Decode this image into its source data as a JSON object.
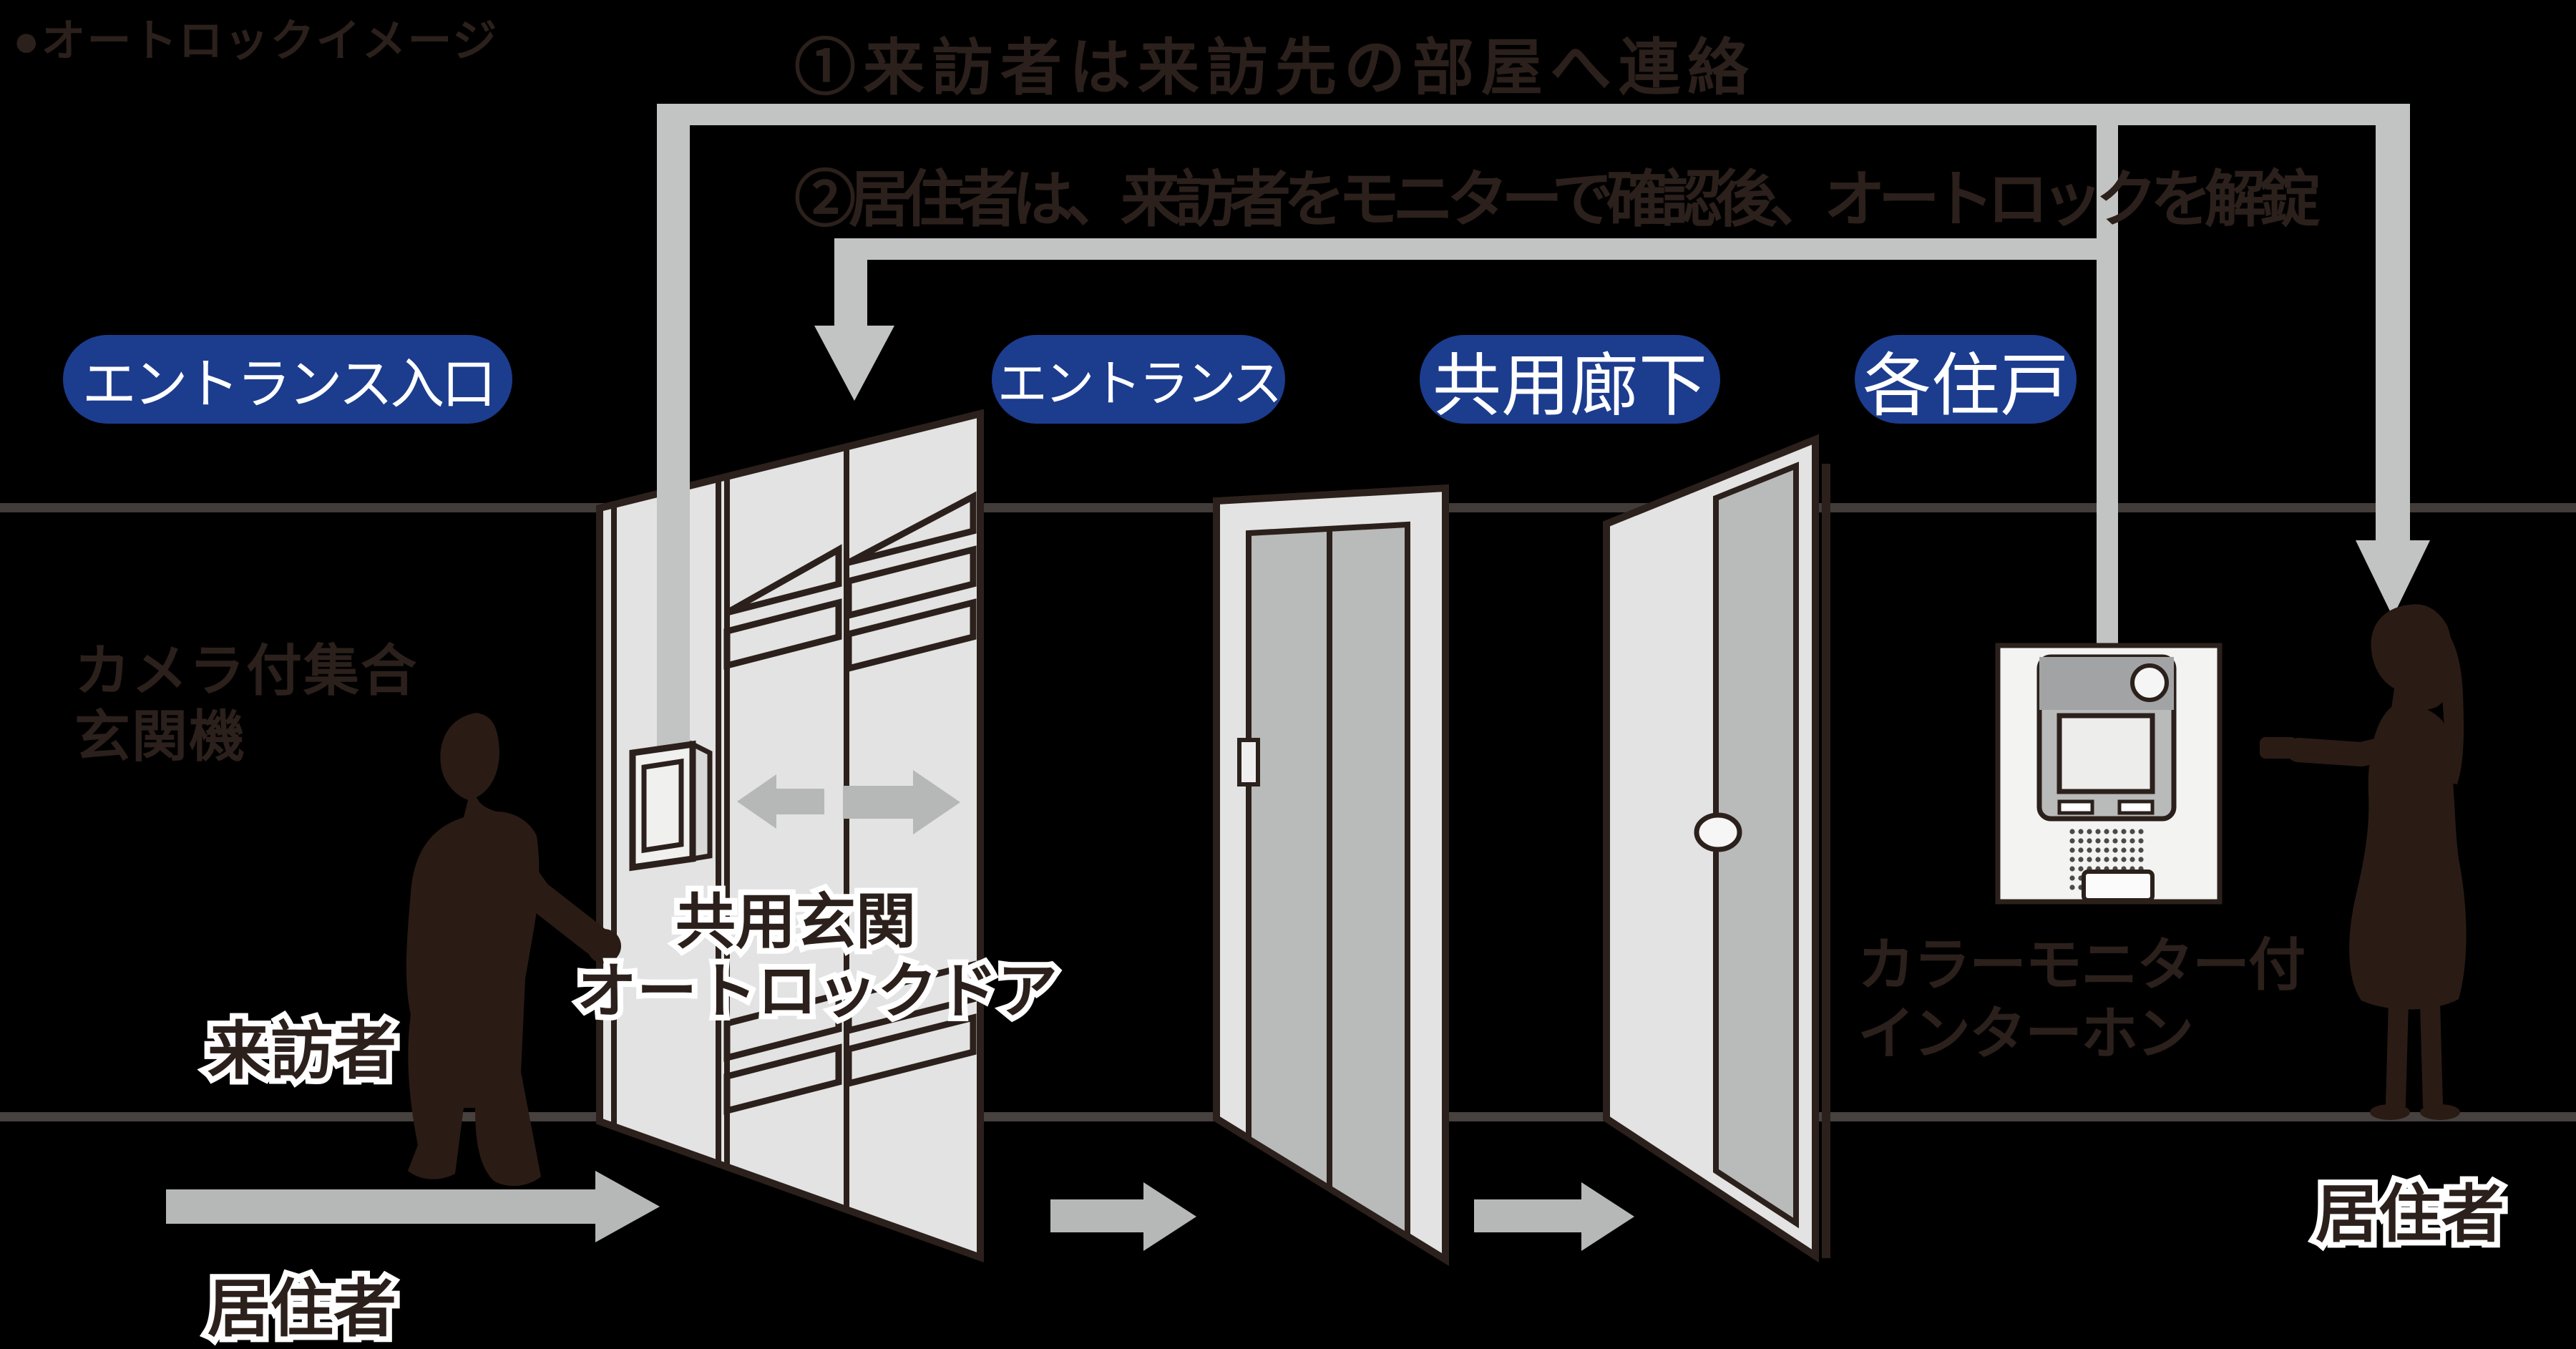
{
  "title": "●オートロックイメージ",
  "steps": {
    "step1": "①来訪者は来訪先の部屋へ連絡",
    "step2": "②居住者は、来訪者をモニターで確認後、オートロックを解錠"
  },
  "location_labels": [
    {
      "label": "エントランス入口"
    },
    {
      "label": "エントランス"
    },
    {
      "label": "共用廊下"
    },
    {
      "label": "各住戸"
    }
  ],
  "captions": {
    "camera_unit_line1": "カメラ付集合",
    "camera_unit_line2": "玄関機",
    "autolock_door_line1": "共用玄関",
    "autolock_door_line2": "オートロックドア",
    "visitor": "来訪者",
    "resident_bottom": "居住者",
    "intercom_line1": "カラーモニター付",
    "intercom_line2": "インターホン",
    "resident_right": "居住者"
  },
  "icons": {
    "flow_step1_path": "call-line-from-camera-to-unit-and-resident",
    "flow_step2_path": "unlock-line-from-intercom-to-autolock-door",
    "walk_arrows": "gray-right-arrows-along-floor",
    "door_slide_arrows": "gray-left-right-arrows-on-autolock-door"
  },
  "colors": {
    "background": "#000000",
    "ink": "#2b201b",
    "accent_blue": "#1c3c8e",
    "label_text": "#ffffff",
    "band_gray": "#c2c3c3",
    "arrow_gray": "#b6b7b7",
    "door_light": "#e2e3e2",
    "door_mid": "#b9baba",
    "wall_line": "#413b39",
    "silhouette": "#2a1c14",
    "panel_white": "#f3f3f2"
  }
}
